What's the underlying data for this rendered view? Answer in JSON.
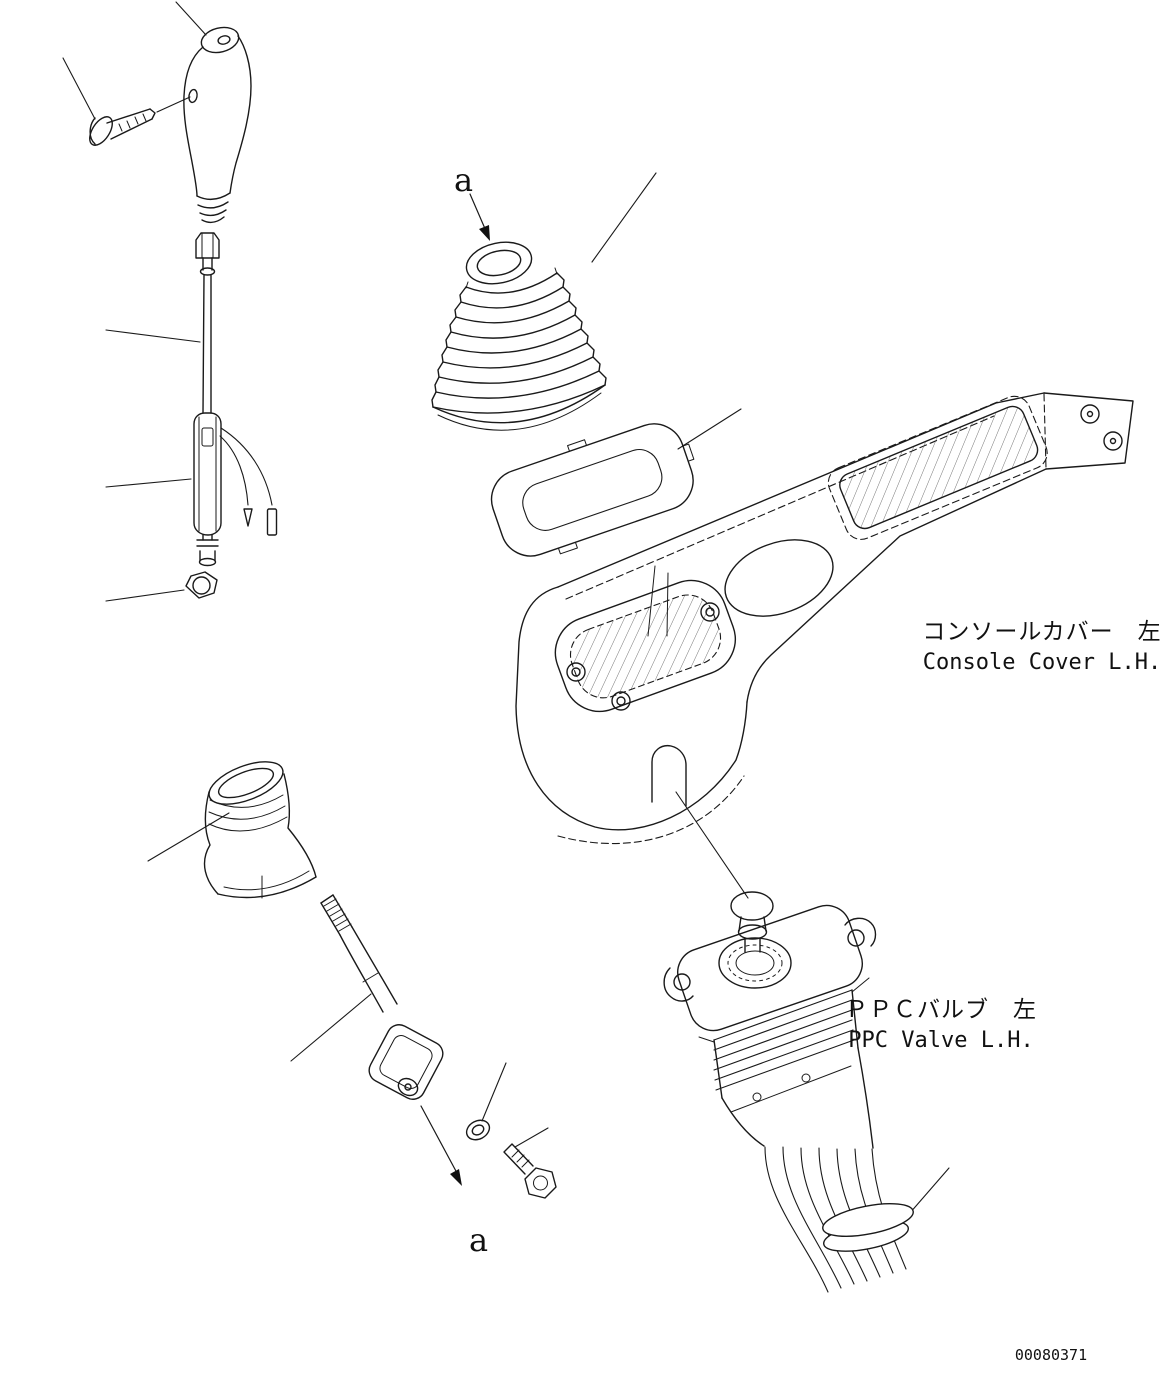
{
  "diagram": {
    "detail_marker_top": "a",
    "detail_marker_bottom": "a",
    "console_cover_label_jp": "コンソールカバー　左",
    "console_cover_label_en": "Console Cover L.H.",
    "ppc_valve_label_jp": "ＰＰＣバルブ　左",
    "ppc_valve_label_en": "PPC Valve L.H.",
    "drawing_number": "00080371"
  }
}
